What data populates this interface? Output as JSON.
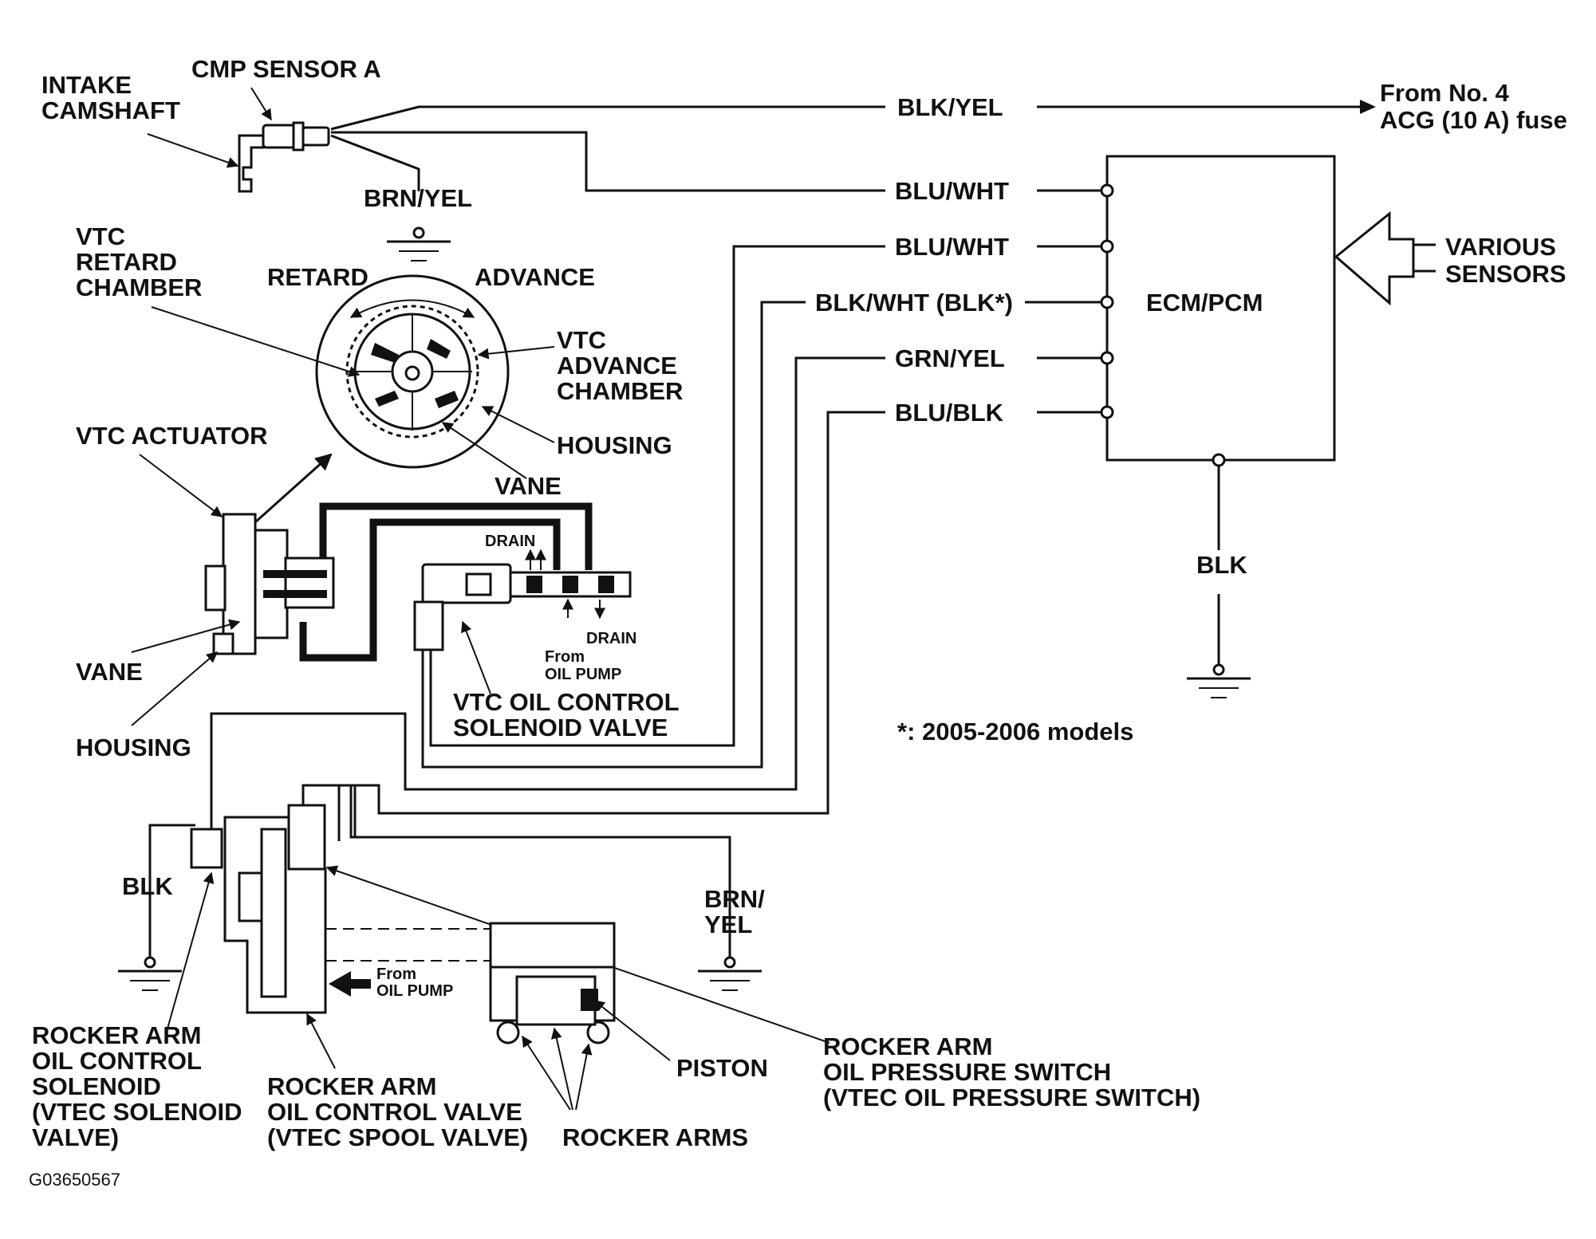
{
  "labels": {
    "intake_camshaft": [
      "INTAKE",
      "CAMSHAFT"
    ],
    "cmp_sensor": "CMP SENSOR A",
    "blk_yel": "BLK/YEL",
    "fuse": [
      "From No. 4",
      "ACG (10 A) fuse"
    ],
    "brn_yel_top": "BRN/YEL",
    "blu_wht_1": "BLU/WHT",
    "blu_wht_2": "BLU/WHT",
    "blk_wht": "BLK/WHT (BLK*)",
    "grn_yel": "GRN/YEL",
    "blu_blk": "BLU/BLK",
    "ecm": "ECM/PCM",
    "various_sensors": [
      "VARIOUS",
      "SENSORS"
    ],
    "vtc_retard": [
      "VTC",
      "RETARD",
      "CHAMBER"
    ],
    "retard": "RETARD",
    "advance": "ADVANCE",
    "vtc_advance": [
      "VTC",
      "ADVANCE",
      "CHAMBER"
    ],
    "housing_top": "HOUSING",
    "vane_top": "VANE",
    "vtc_actuator": "VTC ACTUATOR",
    "drain_top": "DRAIN",
    "drain_bottom": "DRAIN",
    "from_oil_pump_1": [
      "From",
      "OIL PUMP"
    ],
    "vtc_solenoid": [
      "VTC OIL CONTROL",
      "SOLENOID VALVE"
    ],
    "vane_left": "VANE",
    "housing_left": "HOUSING",
    "blk_right": "BLK",
    "footnote": "*: 2005-2006 models",
    "blk_left": "BLK",
    "brn_yel_bottom": [
      "BRN/",
      "YEL"
    ],
    "from_oil_pump_2": [
      "From",
      "OIL PUMP"
    ],
    "rocker_solenoid": [
      "ROCKER ARM",
      "OIL CONTROL",
      "SOLENOID",
      "(VTEC SOLENOID",
      "VALVE)"
    ],
    "rocker_valve": [
      "ROCKER ARM",
      "OIL CONTROL VALVE",
      "(VTEC SPOOL VALVE)"
    ],
    "rocker_arms": "ROCKER ARMS",
    "piston": "PISTON",
    "rocker_switch": [
      "ROCKER ARM",
      "OIL PRESSURE SWITCH",
      "(VTEC OIL PRESSURE SWITCH)"
    ],
    "diagram_id": "G03650567"
  }
}
